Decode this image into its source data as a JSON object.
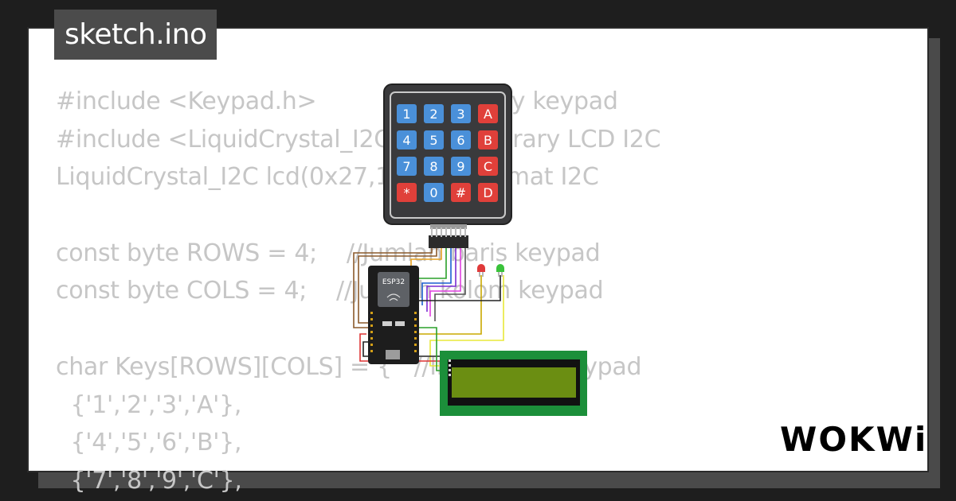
{
  "file_tab": {
    "title": "sketch.ino"
  },
  "code_lines": [
    "#include <Keypad.h>                //library keypad",
    "#include <LiquidCrystal_I2C.h>     //library LCD I2C",
    "LiquidCrystal_I2C lcd(0x27,16,2);  //format I2C",
    "",
    "const byte ROWS = 4;    //Jumlah baris keypad",
    "const byte COLS = 4;    //Jumlah kolom keypad",
    "",
    "char Keys[ROWS][COLS] = {   //Inisialisasi keypad",
    "  {'1','2','3','A'},",
    "  {'4','5','6','B'},",
    "  {'7','8','9','C'},"
  ],
  "keypad": {
    "keys": [
      "1",
      "2",
      "3",
      "A",
      "4",
      "5",
      "6",
      "B",
      "7",
      "8",
      "9",
      "C",
      "*",
      "0",
      "#",
      "D"
    ]
  },
  "board": {
    "label": "ESP32"
  },
  "brand": {
    "name": "WOKWi",
    "color": "#000000"
  },
  "colors": {
    "key_blue": "#4a90d9",
    "key_red": "#e0403a",
    "lcd_green": "#1c8f3a",
    "lcd_screen": "#6b8e12"
  }
}
